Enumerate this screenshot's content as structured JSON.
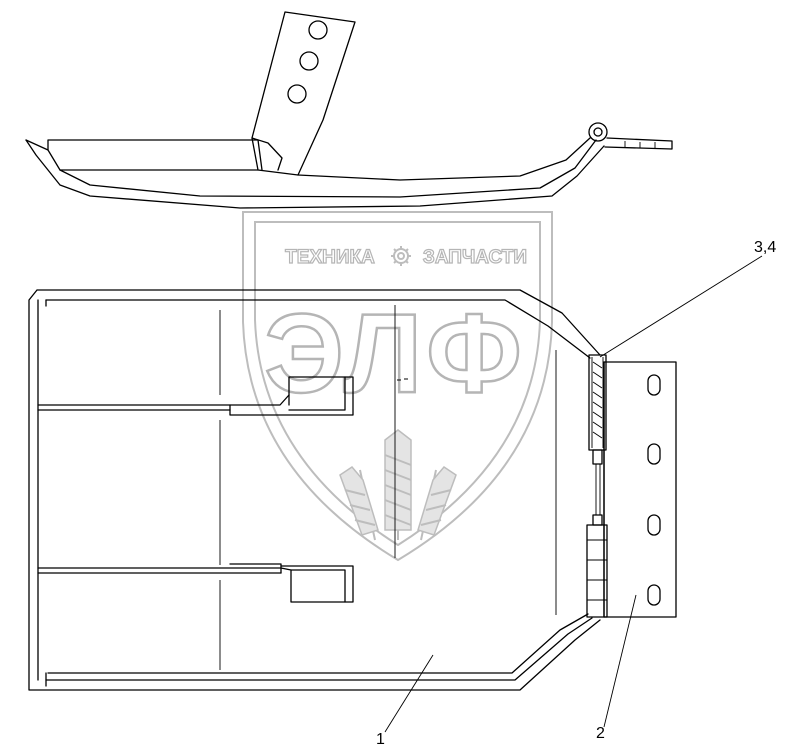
{
  "watermark": {
    "brand_left": "ТЕХНИКА",
    "brand_right": "ЗАПЧАСТИ",
    "logo_text": "ЭЛФ",
    "gear": "gear-icon"
  },
  "callouts": [
    {
      "id": "part-1",
      "label": "1"
    },
    {
      "id": "part-2",
      "label": "2"
    },
    {
      "id": "part-3-4",
      "label": "3,4"
    }
  ]
}
